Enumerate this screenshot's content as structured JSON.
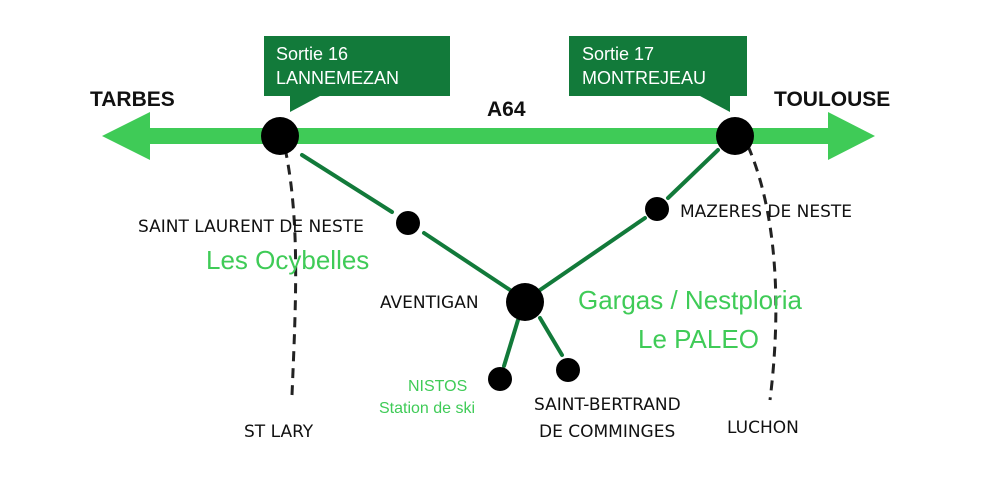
{
  "colors": {
    "highway": "#3fcb57",
    "road": "#127a3a",
    "exit_box": "#127a3a",
    "node": "#000000",
    "dashed": "#222222",
    "green_text": "#3fcb57"
  },
  "highway": {
    "name": "A64",
    "west": "TARBES",
    "east": "TOULOUSE"
  },
  "exits": [
    {
      "line1": "Sortie 16",
      "line2": "LANNEMEZAN"
    },
    {
      "line1": "Sortie 17",
      "line2": "MONTREJEAU"
    }
  ],
  "towns": {
    "saint_laurent": "SAINT LAURENT DE NESTE",
    "mazeres": "MAZERES DE NESTE",
    "aventigan": "AVENTIGAN",
    "st_lary": "ST LARY",
    "luchon": "LUCHON",
    "saint_bertrand_line1": "SAINT-BERTRAND",
    "saint_bertrand_line2": "DE COMMINGES"
  },
  "attractions": {
    "ocybelles": "Les Ocybelles",
    "gargas": "Gargas / Nestploria",
    "paleo": "Le PALEO",
    "nistos_line1": "NISTOS",
    "nistos_line2": "Station de ski"
  }
}
